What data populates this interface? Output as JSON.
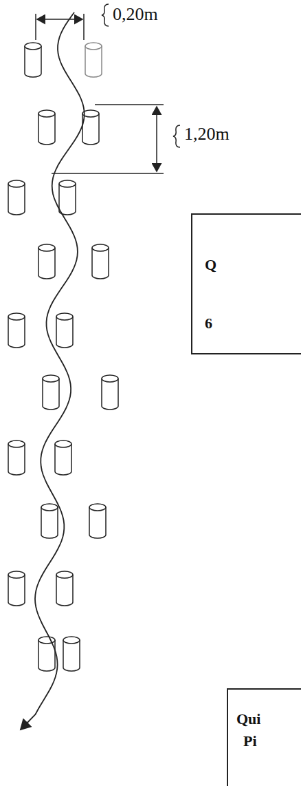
{
  "diagram": {
    "nodes": [
      {
        "text": [
          "Q",
          "6"
        ]
      },
      {
        "text": [
          "Qui",
          "Pi"
        ]
      }
    ],
    "labels": [
      "0,20m",
      "1,20m"
    ]
  }
}
